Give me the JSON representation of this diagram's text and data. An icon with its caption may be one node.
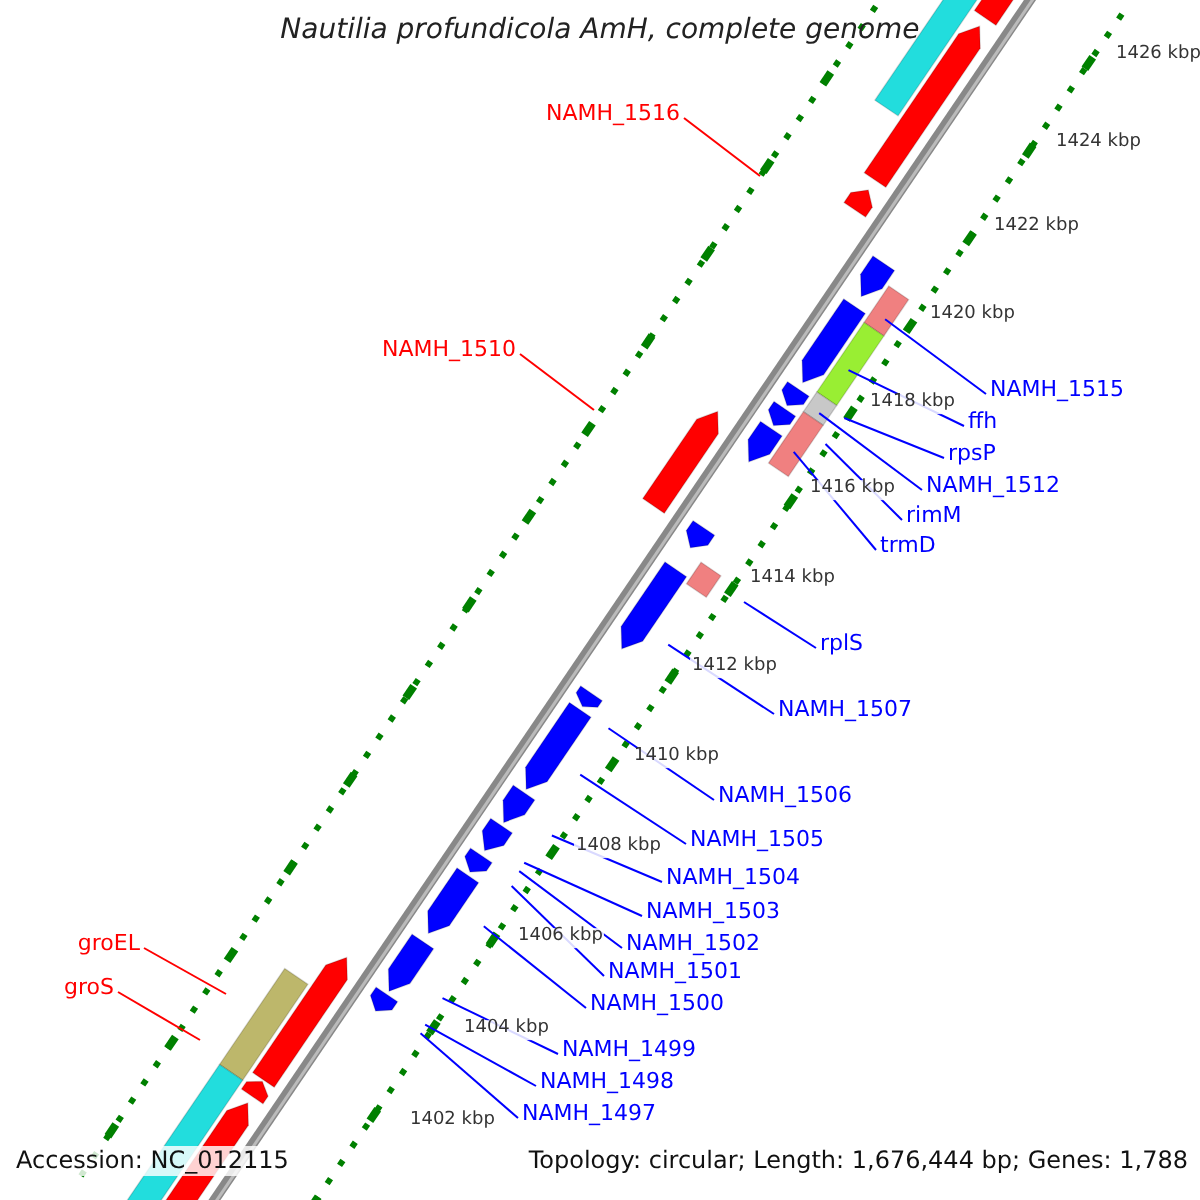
{
  "diagram": {
    "title": "Nautilia profundicola AmH, complete genome",
    "nodes": [
      {
        "text": [
          "NAMH_1516"
        ]
      },
      {
        "text": [
          "NAMH_1510"
        ]
      },
      {
        "text": [
          "groEL"
        ]
      },
      {
        "text": [
          "groS"
        ]
      },
      {
        "text": [
          "NAMH_1515"
        ]
      },
      {
        "text": [
          "ffh"
        ]
      },
      {
        "text": [
          "rpsP"
        ]
      },
      {
        "text": [
          "NAMH_1512"
        ]
      },
      {
        "text": [
          "rimM"
        ]
      },
      {
        "text": [
          "trmD"
        ]
      },
      {
        "text": [
          "rplS"
        ]
      },
      {
        "text": [
          "NAMH_1507"
        ]
      },
      {
        "text": [
          "NAMH_1506"
        ]
      },
      {
        "text": [
          "NAMH_1505"
        ]
      },
      {
        "text": [
          "NAMH_1504"
        ]
      },
      {
        "text": [
          "NAMH_1503"
        ]
      },
      {
        "text": [
          "NAMH_1502"
        ]
      },
      {
        "text": [
          "NAMH_1501"
        ]
      },
      {
        "text": [
          "NAMH_1500"
        ]
      },
      {
        "text": [
          "NAMH_1499"
        ]
      },
      {
        "text": [
          "NAMH_1498"
        ]
      },
      {
        "text": [
          "NAMH_1497"
        ]
      }
    ],
    "edges": [
      {
        "from": 0,
        "to": null,
        "arrow": "none",
        "color": "#ff0000"
      },
      {
        "from": 1,
        "to": null,
        "arrow": "none",
        "color": "#ff0000"
      },
      {
        "from": 2,
        "to": null,
        "arrow": "none",
        "color": "#ff0000"
      },
      {
        "from": 3,
        "to": null,
        "arrow": "none",
        "color": "#ff0000"
      },
      {
        "from": 4,
        "to": null,
        "arrow": "none"
      },
      {
        "from": 5,
        "to": null,
        "arrow": "none"
      },
      {
        "from": 6,
        "to": null,
        "arrow": "none"
      },
      {
        "from": 7,
        "to": null,
        "arrow": "none"
      },
      {
        "from": 8,
        "to": null,
        "arrow": "none"
      },
      {
        "from": 9,
        "to": null,
        "arrow": "none"
      },
      {
        "from": 10,
        "to": null,
        "arrow": "none"
      },
      {
        "from": 11,
        "to": null,
        "arrow": "none"
      },
      {
        "from": 12,
        "to": null,
        "arrow": "none"
      },
      {
        "from": 13,
        "to": null,
        "arrow": "none"
      },
      {
        "from": 14,
        "to": null,
        "arrow": "none"
      },
      {
        "from": 15,
        "to": null,
        "arrow": "none"
      },
      {
        "from": 16,
        "to": null,
        "arrow": "none"
      },
      {
        "from": 17,
        "to": null,
        "arrow": "none"
      },
      {
        "from": 18,
        "to": null,
        "arrow": "none"
      },
      {
        "from": 19,
        "to": null,
        "arrow": "none"
      },
      {
        "from": 20,
        "to": null,
        "arrow": "none"
      },
      {
        "from": 21,
        "to": null,
        "arrow": "none"
      }
    ],
    "labels": [
      "1426 kbp",
      "1424 kbp",
      "1422 kbp",
      "1420 kbp",
      "1418 kbp",
      "1416 kbp",
      "1414 kbp",
      "1412 kbp",
      "1410 kbp",
      "1408 kbp",
      "1406 kbp",
      "1404 kbp",
      "1402 kbp",
      "Accession: NC_012115",
      "Topology: circular; Length: 1,676,444 bp; Genes: 1,788"
    ]
  }
}
